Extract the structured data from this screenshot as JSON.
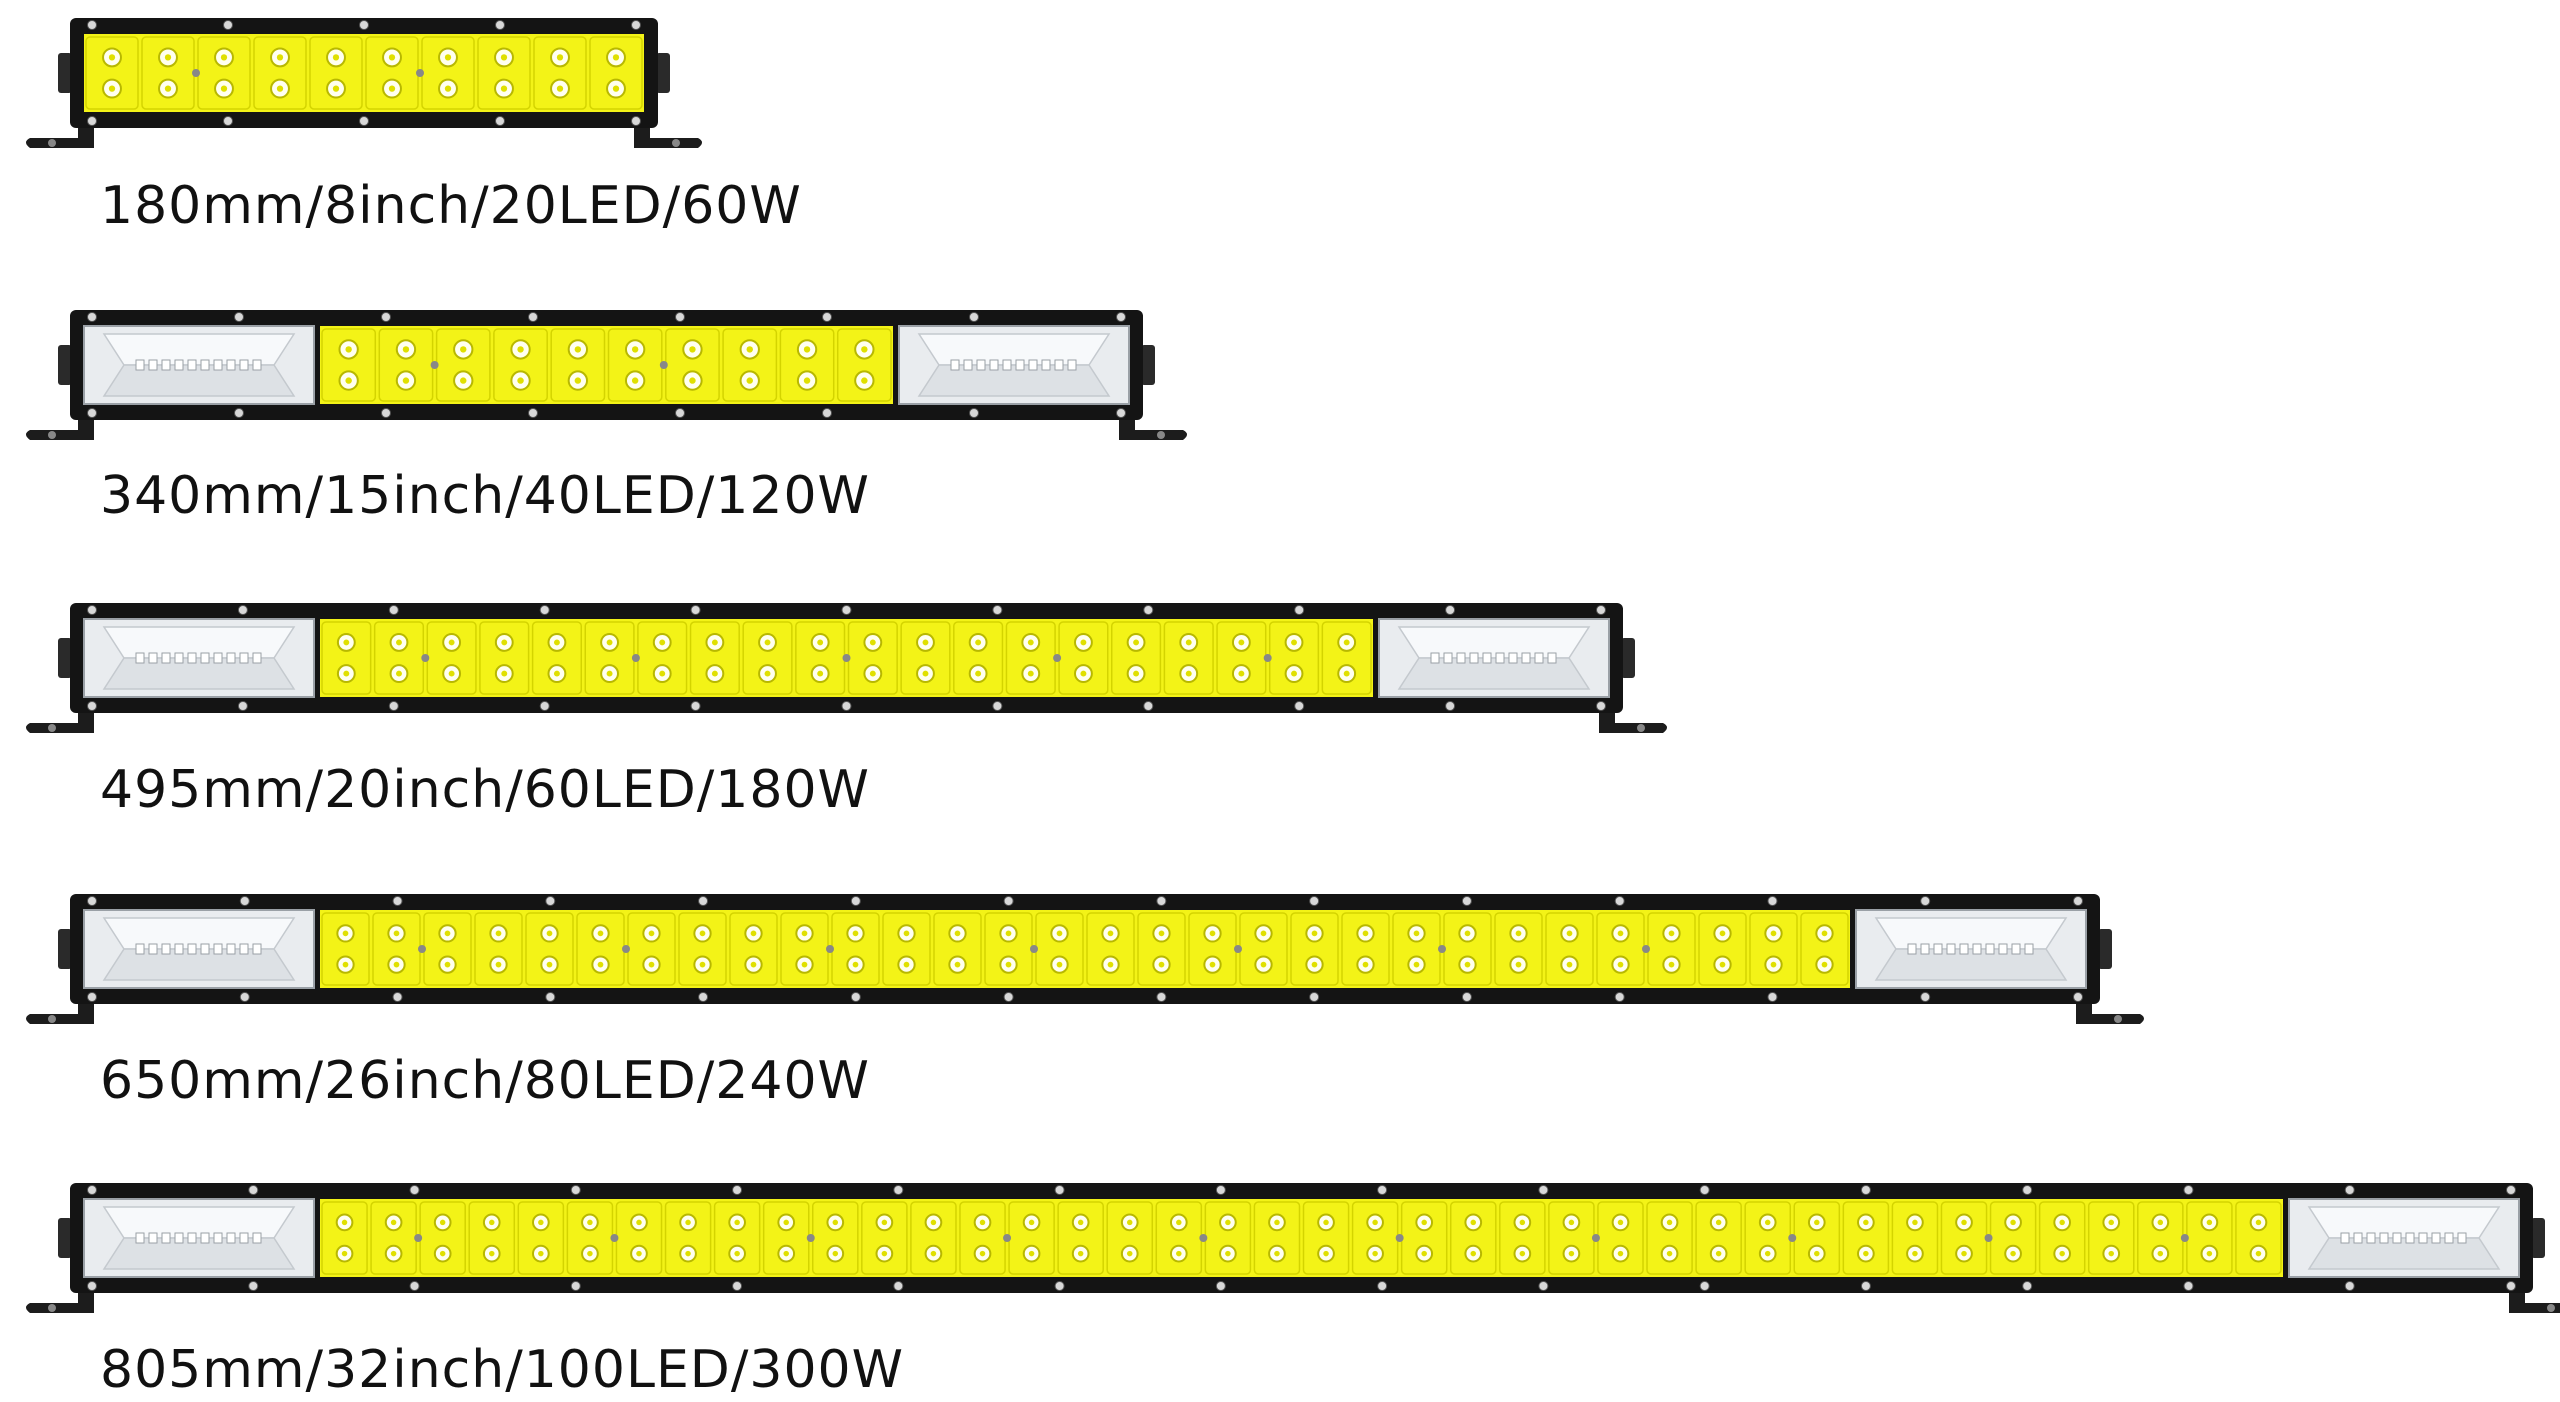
{
  "products": [
    {
      "label": "180mm/8inch/20LED/60W",
      "led_columns": 10,
      "flood_modules": false
    },
    {
      "label": "340mm/15inch/40LED/120W",
      "led_columns": 10,
      "flood_modules": true
    },
    {
      "label": "495mm/20inch/60LED/180W",
      "led_columns": 20,
      "flood_modules": true
    },
    {
      "label": "650mm/26inch/80LED/240W",
      "led_columns": 30,
      "flood_modules": true
    },
    {
      "label": "805mm/32inch/100LED/300W",
      "led_columns": 40,
      "flood_modules": true
    }
  ],
  "colors": {
    "housing": "#141414",
    "led_panel": "#f3f317",
    "led_ring": "#b8b800",
    "flood_panel": "#e9ecef",
    "bracket": "#1c1c1c",
    "label_text": "#111111"
  }
}
